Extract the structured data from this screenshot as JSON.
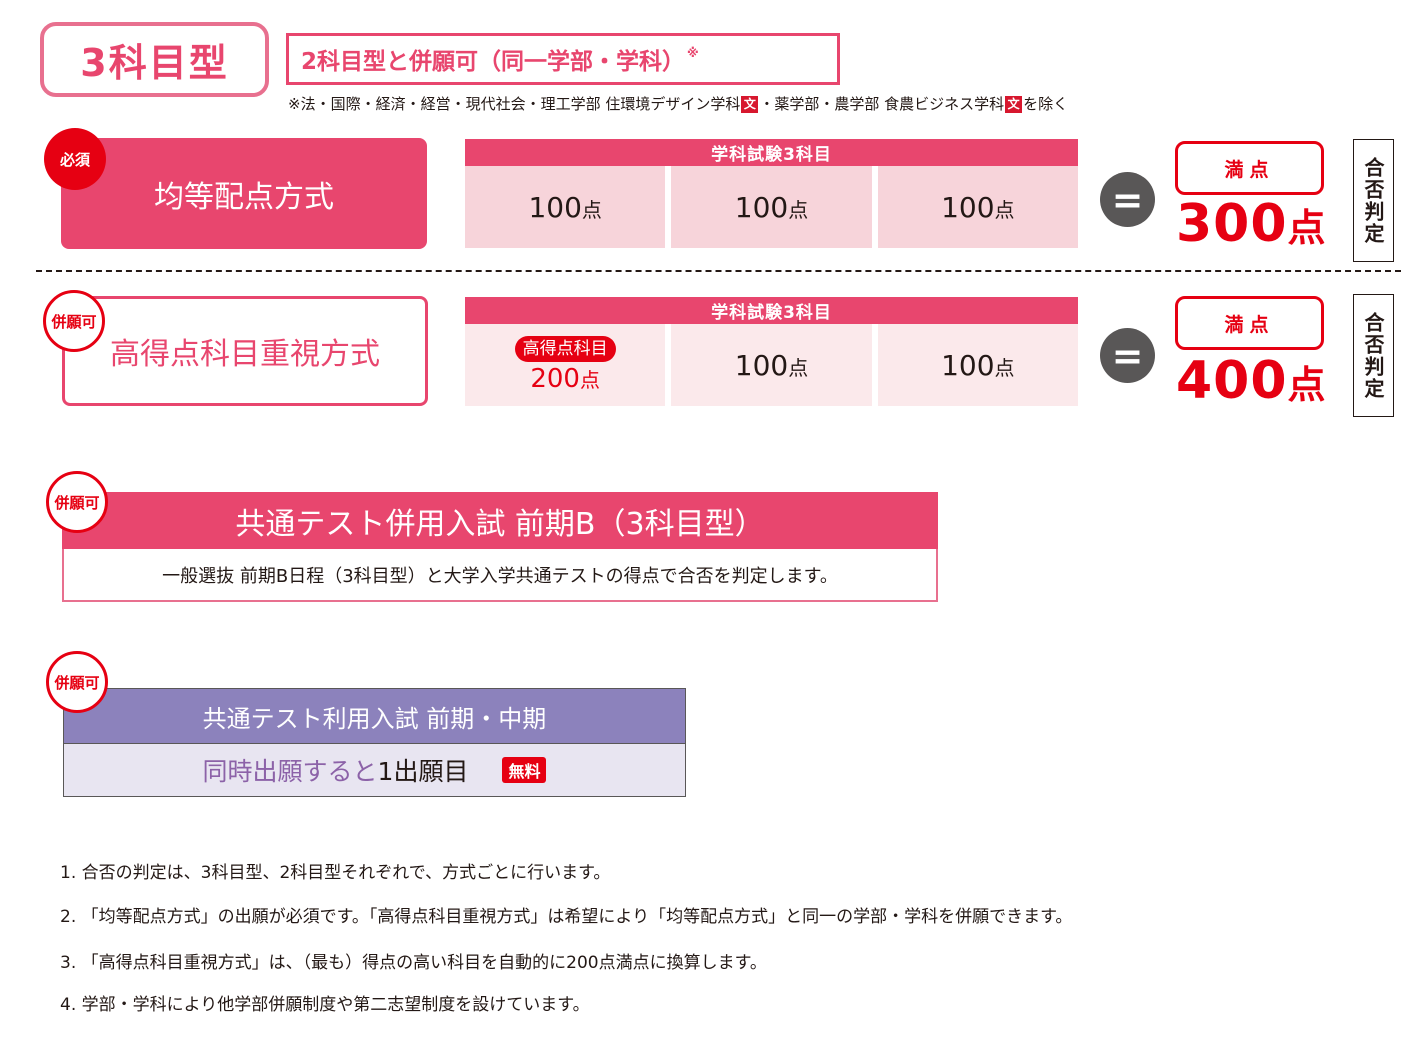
{
  "header": {
    "type_badge": "3科目型",
    "combo_text": "2科目型と併願可（同一学部・学科）",
    "combo_mark": "※",
    "note": {
      "part1": "※法・国際・経済・経営・現代社会・理工学部 住環境デザイン学科",
      "icon1": "文",
      "part2": "・薬学部・農学部 食農ビジネス学科",
      "icon2": "文",
      "part3": "を除く"
    }
  },
  "methods": [
    {
      "badge": "必須",
      "name": "均等配点方式",
      "subjects_header": "学科試験3科目",
      "subjects": [
        {
          "tag": "",
          "score": "100",
          "unit": "点"
        },
        {
          "tag": "",
          "score": "100",
          "unit": "点"
        },
        {
          "tag": "",
          "score": "100",
          "unit": "点"
        }
      ],
      "equals": "=",
      "total_label": "満点",
      "total_score": "300",
      "total_unit": "点",
      "judge": "合否判定"
    },
    {
      "badge": "併願可",
      "name": "高得点科目重視方式",
      "subjects_header": "学科試験3科目",
      "subjects": [
        {
          "tag": "高得点科目",
          "score": "200",
          "unit": "点"
        },
        {
          "tag": "",
          "score": "100",
          "unit": "点"
        },
        {
          "tag": "",
          "score": "100",
          "unit": "点"
        }
      ],
      "equals": "=",
      "total_label": "満点",
      "total_score": "400",
      "total_unit": "点",
      "judge": "合否判定"
    }
  ],
  "section_b": {
    "badge": "併願可",
    "title": "共通テスト併用入試 前期B（3科目型）",
    "description": "一般選抜 前期B日程（3科目型）と大学入学共通テストの得点で合否を判定します。"
  },
  "section_c": {
    "badge": "併願可",
    "title": "共通テスト利用入試 前期・中期",
    "body_purple": "同時出願すると",
    "body_black": "1出願目",
    "free_tag": "無料"
  },
  "notes": [
    "1. 合否の判定は、3科目型、2科目型それぞれで、方式ごとに行います。",
    "2. 「均等配点方式」の出願が必須です。「高得点科目重視方式」は希望により「均等配点方式」と同一の学部・学科を併願できます。",
    "3. 「高得点科目重視方式」は、（最も）得点の高い科目を自動的に200点満点に換算します。",
    "4. 学部・学科により他学部併願制度や第二志望制度を設けています。"
  ],
  "colors": {
    "pink_primary": "#e8466e",
    "red_accent": "#e60012",
    "purple_header": "#8c82bc",
    "purple_text": "#8c62a8",
    "cell_pink_dark": "#f7d4da",
    "cell_pink_light": "#fbe9eb",
    "equals_gray": "#595757"
  }
}
